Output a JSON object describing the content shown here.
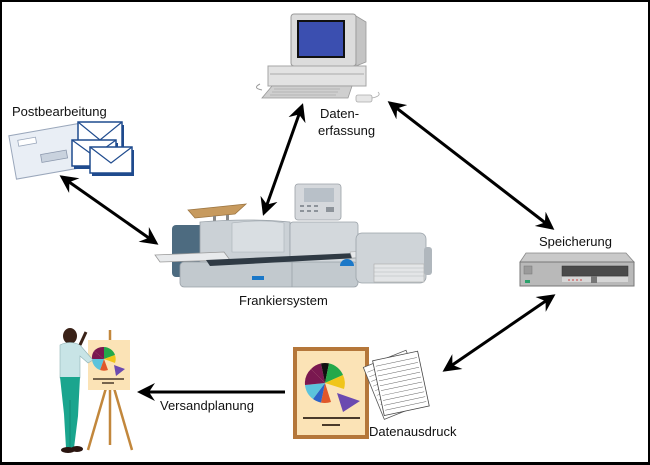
{
  "diagram": {
    "nodes": {
      "postbearbeitung": {
        "label": "Postbearbeitung",
        "icon": "envelopes-icon"
      },
      "datenerfassung": {
        "label_line1": "Daten-",
        "label_line2": "erfassung",
        "icon": "computer-icon"
      },
      "speicherung": {
        "label": "Speicherung",
        "icon": "storage-drive-icon"
      },
      "frankiersystem": {
        "label": "Frankiersystem",
        "icon": "franking-machine-icon"
      },
      "datenausdruck": {
        "label": "Datenausdruck",
        "icon": "printout-pages-icon"
      },
      "report": {
        "icon": "pie-chart-poster-icon"
      },
      "planner": {
        "icon": "presenter-easel-icon"
      }
    },
    "edges": [
      {
        "from": "postbearbeitung",
        "to": "frankiersystem",
        "direction": "both"
      },
      {
        "from": "frankiersystem",
        "to": "datenerfassung",
        "direction": "both"
      },
      {
        "from": "datenerfassung",
        "to": "speicherung",
        "direction": "both"
      },
      {
        "from": "speicherung",
        "to": "datenausdruck",
        "direction": "both"
      },
      {
        "from": "report",
        "to": "planner",
        "direction": "forward",
        "label": "Versandplanung"
      }
    ],
    "colors": {
      "arrow": "#000000",
      "screen": "#3b4fb0",
      "poster_bg": "#fbe3b6",
      "poster_frame": "#b5773a",
      "pie": [
        "#7a1850",
        "#111111",
        "#23a84a",
        "#f0c51a",
        "#e0572a",
        "#2d62c8",
        "#5bc3dc"
      ],
      "pie_slice_out": "#6b4ab0",
      "shirt": "#c8e4e6",
      "pants": "#1aa58e"
    }
  }
}
